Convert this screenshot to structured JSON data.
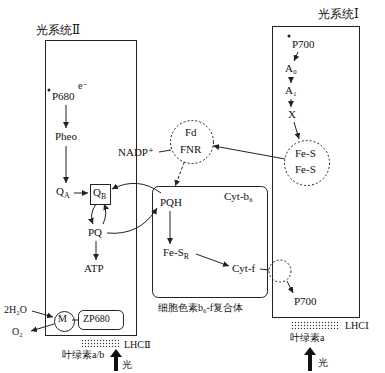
{
  "diagram": {
    "nodes": [
      {
        "text": [
          "光系统Ⅱ",
          "P680",
          "e⁻",
          "Pheo",
          "QA",
          "PQ",
          "ATP"
        ]
      },
      {
        "text": [
          "QB"
        ],
        "in": 0
      },
      {
        "text": [
          "M"
        ],
        "in": 0
      },
      {
        "text": [
          "ZP680"
        ],
        "in": 0
      },
      {
        "text": [
          "Fd",
          "FNR"
        ]
      },
      {
        "text": [
          "细胞色素b₆-f复合体",
          "PQH",
          "Cyt-b₆",
          "Fe-SR",
          "Cyt-f"
        ]
      },
      {
        "text": [
          "光系统Ⅰ",
          "P700",
          "A₀",
          "A₁",
          "X",
          "P700"
        ]
      },
      {
        "text": [
          "Fe-S",
          "Fe-S"
        ],
        "in": 6
      }
    ],
    "edges": [
      {
        "from": 4,
        "to": 5,
        "arrow": "to"
      },
      {
        "from": 7,
        "to": 4,
        "arrow": "to"
      }
    ],
    "labels": [
      "2H₂O",
      "O₂",
      "LHCⅡ",
      "叶绿素a/b",
      "光",
      "NADP⁺",
      "LHCⅠ",
      "叶绿素a",
      "光"
    ]
  }
}
